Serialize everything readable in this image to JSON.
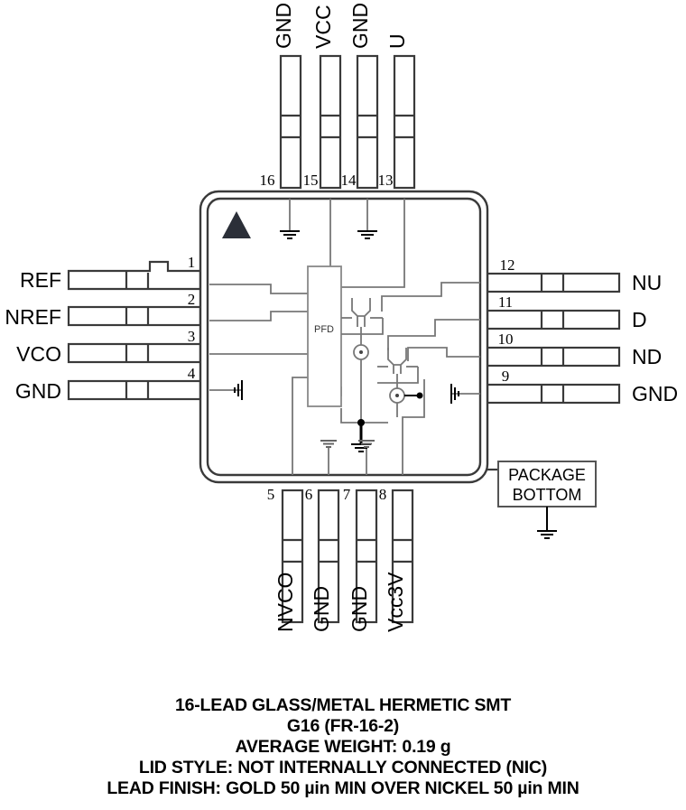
{
  "package": {
    "marker_icon": "triangle-pin1-marker",
    "die_block_label": "PFD",
    "package_bottom_label_line1": "PACKAGE",
    "package_bottom_label_line2": "BOTTOM"
  },
  "pins": {
    "left": [
      {
        "number": "1",
        "name": "REF"
      },
      {
        "number": "2",
        "name": "NREF"
      },
      {
        "number": "3",
        "name": "VCO"
      },
      {
        "number": "4",
        "name": "GND"
      }
    ],
    "bottom": [
      {
        "number": "5",
        "name": "NVCO"
      },
      {
        "number": "6",
        "name": "GND"
      },
      {
        "number": "7",
        "name": "GND"
      },
      {
        "number": "8",
        "name": "Vcc3V"
      }
    ],
    "right": [
      {
        "number": "9",
        "name": "GND"
      },
      {
        "number": "10",
        "name": "ND"
      },
      {
        "number": "11",
        "name": "D"
      },
      {
        "number": "12",
        "name": "NU"
      }
    ],
    "top": [
      {
        "number": "13",
        "name": "U"
      },
      {
        "number": "14",
        "name": "GND"
      },
      {
        "number": "15",
        "name": "VCC"
      },
      {
        "number": "16",
        "name": "GND"
      }
    ]
  },
  "caption": {
    "lines": [
      "16-LEAD GLASS/METAL HERMETIC SMT",
      "G16 (FR-16-2)",
      "AVERAGE WEIGHT: 0.19 g",
      "LID STYLE: NOT INTERNALLY CONNECTED (NIC)",
      "LEAD FINISH: GOLD 50 µin MIN OVER NICKEL 50 µin MIN"
    ]
  },
  "colors": {
    "line": "#000000",
    "lead_stroke": "#3a3a3a",
    "die_trace": "#777777",
    "text": "#000000"
  }
}
